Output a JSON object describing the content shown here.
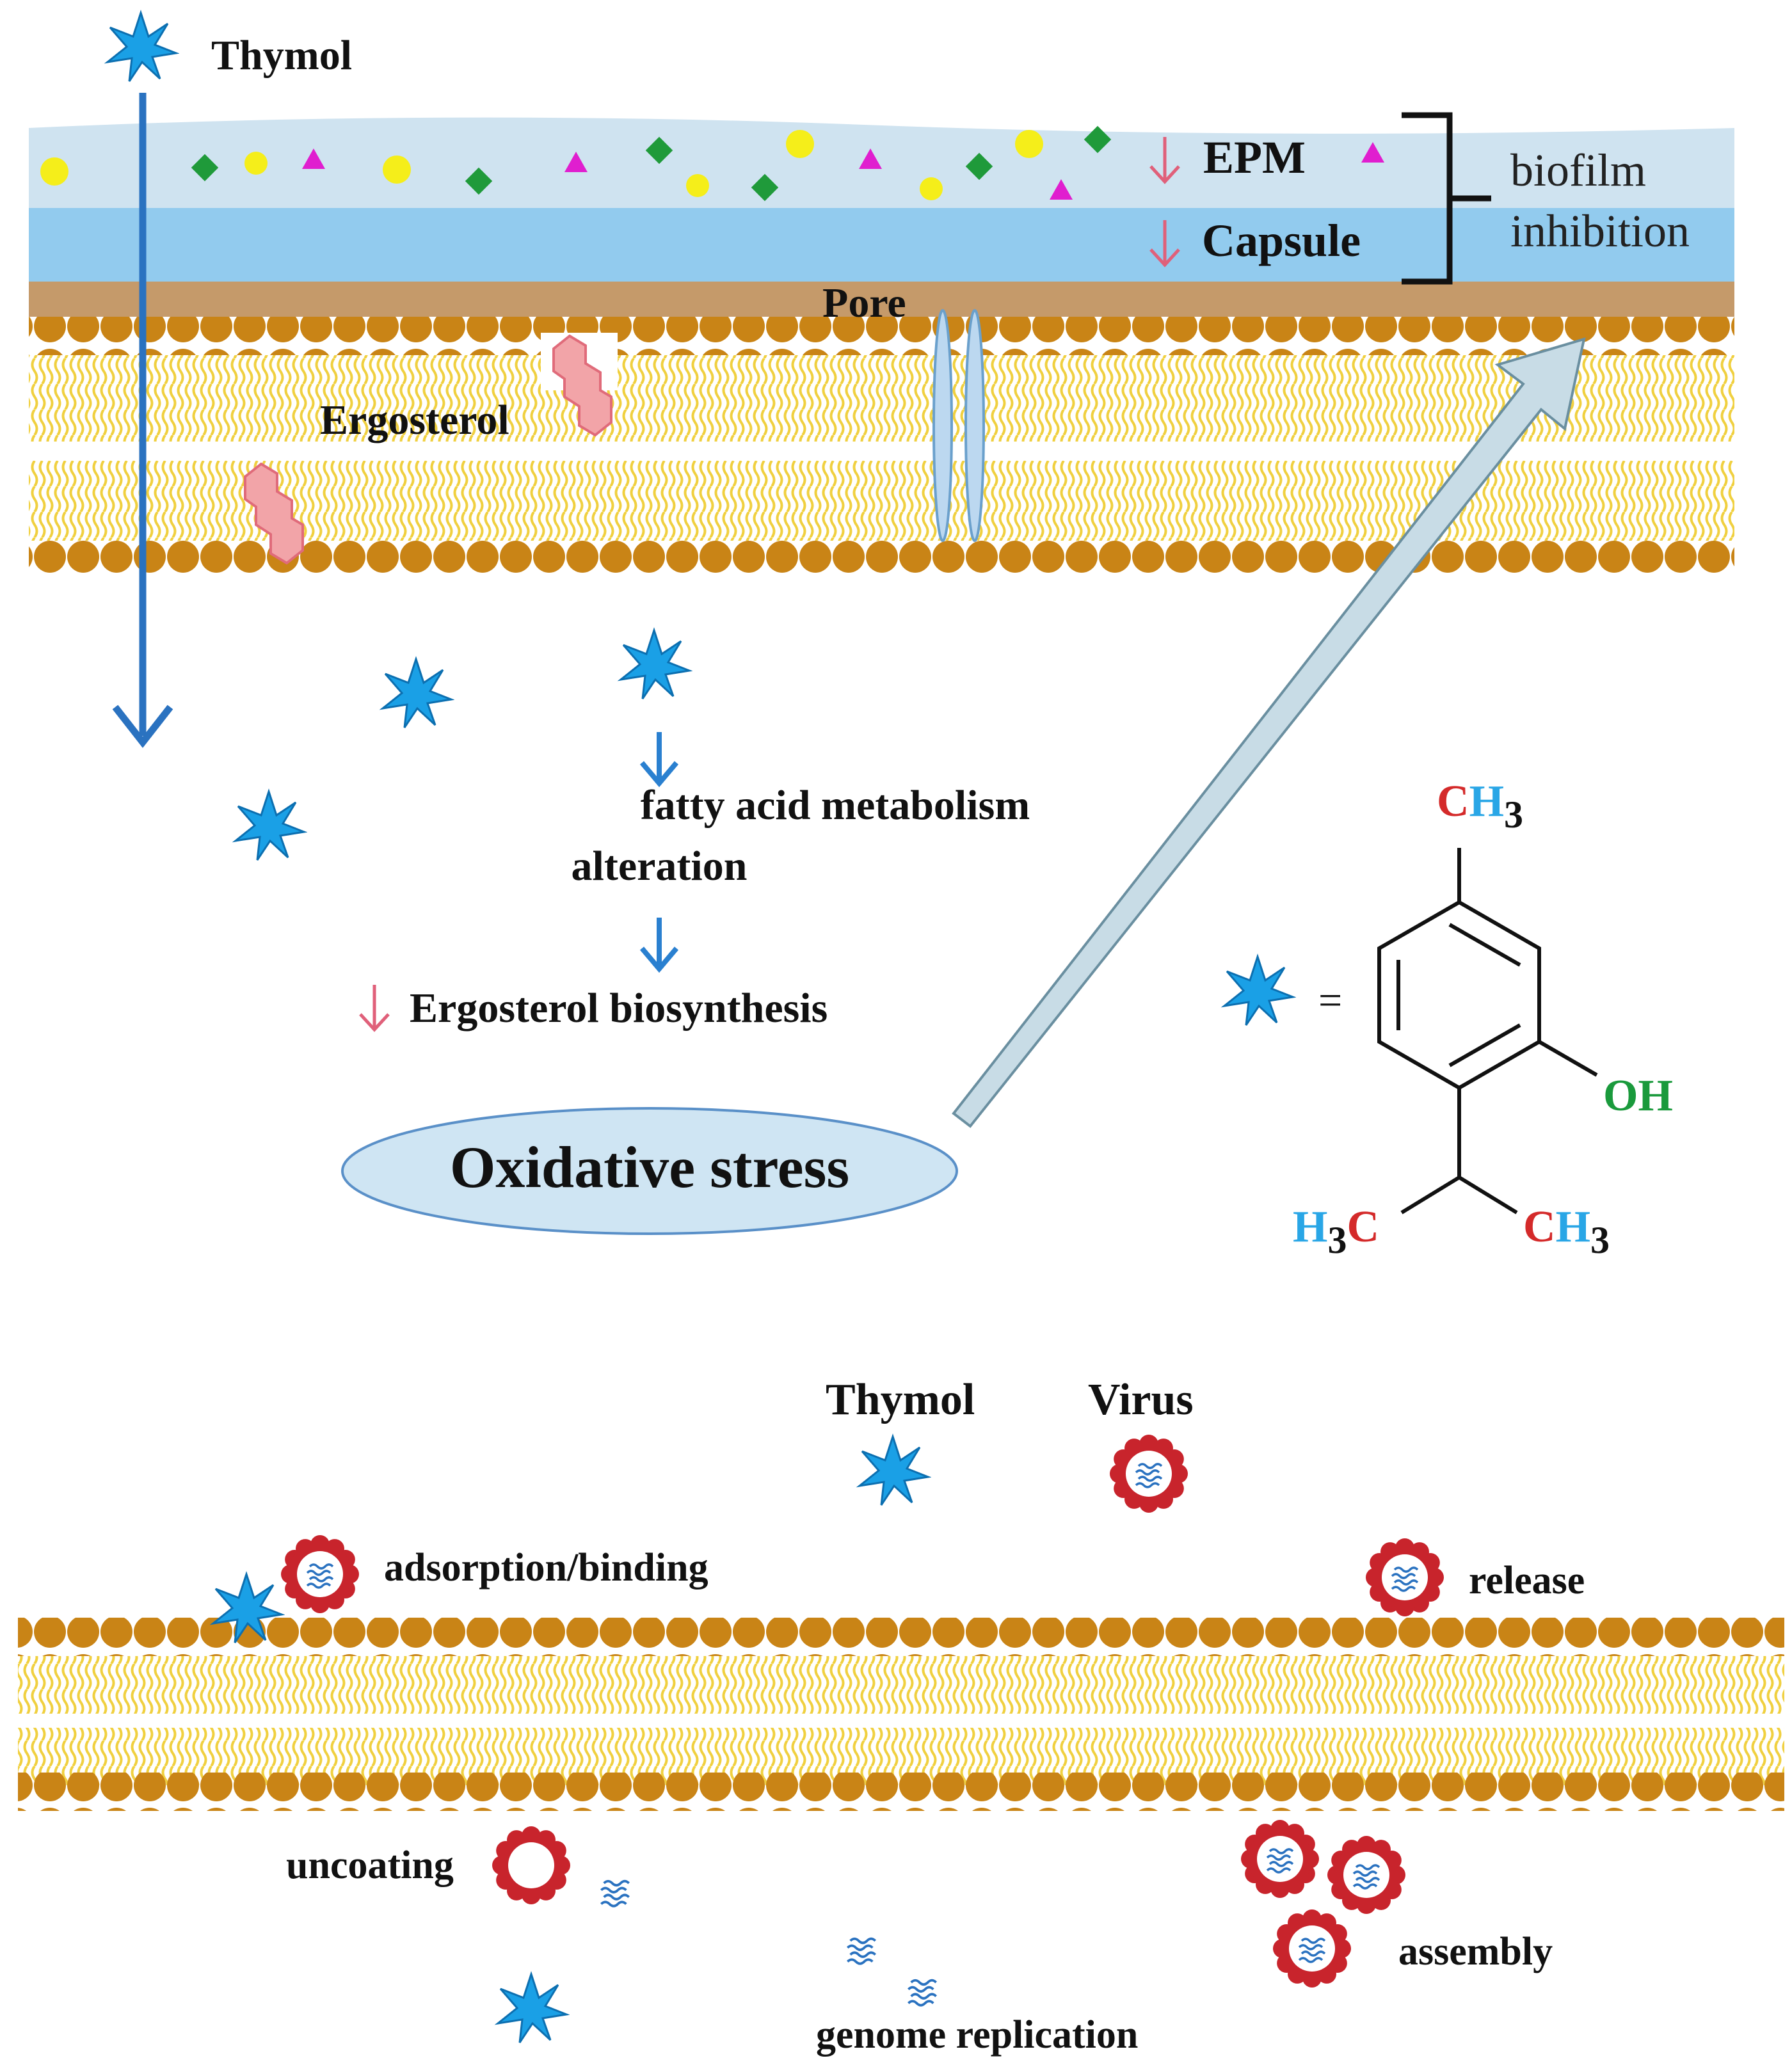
{
  "top_panel": {
    "thymol_label": "Thymol",
    "pore_label": "Pore",
    "ergosterol_label": "Ergosterol",
    "epm_label": "EPM",
    "capsule_label": "Capsule",
    "biofilm_line1": "biofilm",
    "biofilm_line2": "inhibition",
    "fatty_line1": "fatty acid metabolism",
    "fatty_line2": "alteration",
    "ergosterol_biosynthesis": "Ergosterol biosynthesis",
    "oxidative_stress": "Oxidative stress",
    "equals": "="
  },
  "structure": {
    "top_c": "C",
    "top_h": "H",
    "top_sub": "3",
    "oh": "OH",
    "left_h": "H",
    "left_sub": "3",
    "left_c": "C",
    "right_c": "C",
    "right_h": "H",
    "right_sub": "3"
  },
  "bottom_panel": {
    "thymol_label": "Thymol",
    "virus_label": "Virus",
    "adsorption": "adsorption/binding",
    "release": "release",
    "uncoating": "uncoating",
    "assembly": "assembly",
    "genome_replication": "genome replication"
  },
  "colors": {
    "thymol_star": "#1aa0e6",
    "arrow_blue": "#2a72c0",
    "down_arrow_red": "#e0607a",
    "ergosterol_pink": "#f2a4a8",
    "lipid_head": "#c98416",
    "lipid_tail": "#f0d040",
    "virus_red": "#c8242c",
    "red_text": "#d42a2a",
    "blue_text": "#29a6e6",
    "green_text": "#1a9a3c"
  }
}
